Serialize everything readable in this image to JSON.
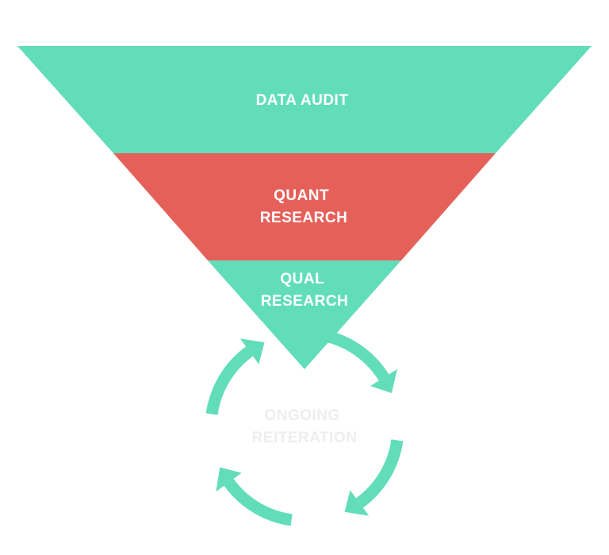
{
  "colors": {
    "background": "#ffffff",
    "teal": "#62ddba",
    "red": "#e6605a",
    "label_light": "#ffffff",
    "label_faint": "#eeeeee"
  },
  "funnel": {
    "stages": [
      {
        "lines": [
          "DATA AUDIT"
        ],
        "color": "#62ddba"
      },
      {
        "lines": [
          "QUANT",
          "RESEARCH"
        ],
        "color": "#e6605a"
      },
      {
        "lines": [
          "QUAL",
          "RESEARCH"
        ],
        "color": "#62ddba"
      }
    ]
  },
  "cycle": {
    "lines": [
      "ONGOING",
      "REITERATION"
    ],
    "arrow_color": "#62ddba",
    "arrow_count": 4
  }
}
